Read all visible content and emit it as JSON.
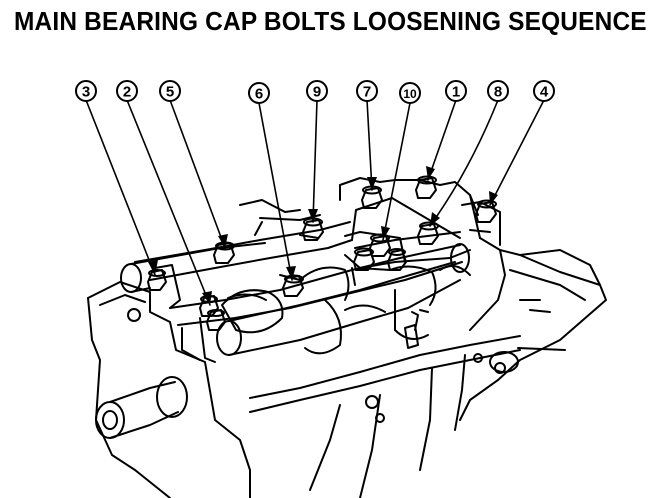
{
  "title": "MAIN BEARING CAP BOLTS LOOSENING SEQUENCE",
  "callouts": [
    "3",
    "2",
    "5",
    "6",
    "9",
    "7",
    "10",
    "1",
    "8",
    "4"
  ],
  "colors": {
    "ink": "#000000",
    "paper": "#ffffff"
  }
}
